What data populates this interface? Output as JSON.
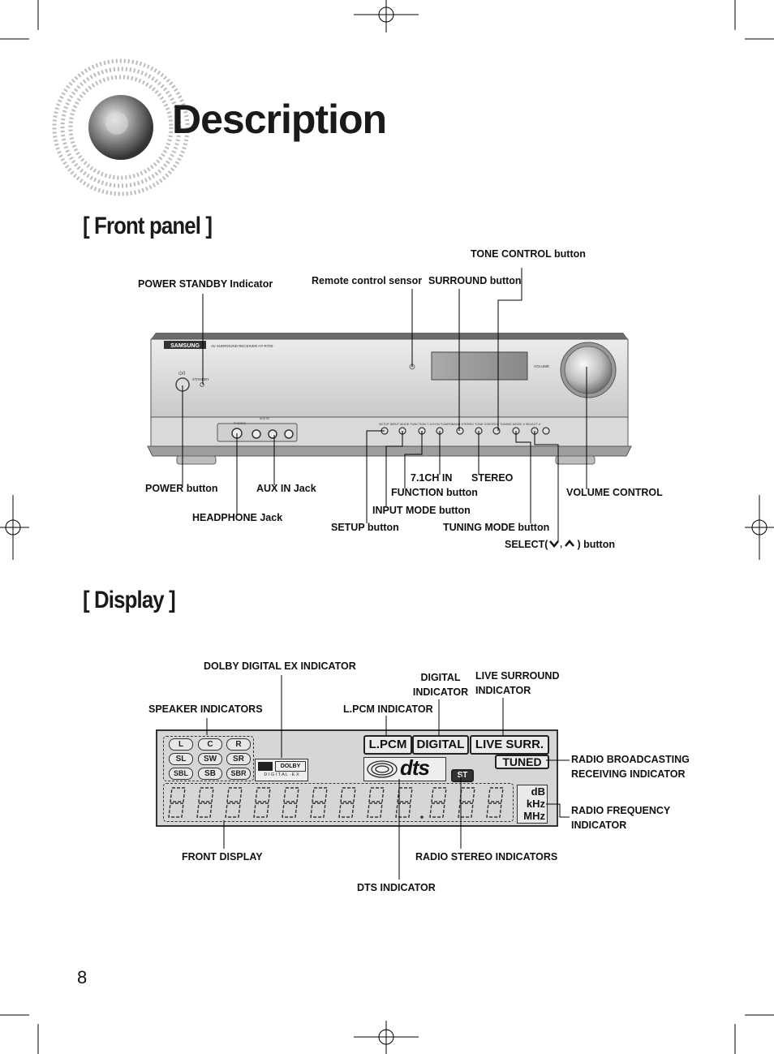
{
  "page": {
    "title": "Description",
    "page_number": "8"
  },
  "front_panel": {
    "heading": "[ Front panel ]",
    "brand": "SAMSUNG",
    "model_text": "AV SURROUND RECEIVER HT-R700",
    "panel_marks": {
      "power_symbol": "⏻/I",
      "standby": "STANDBY",
      "volume": "VOLUME",
      "phones": "PHONES",
      "aux": "AUX IN",
      "button_row": "SETUP   INPUT MODE   FUNCTION   7.1CH IN   TUNER/BAND   STEREO   TONE CONTROL   TUNING MODE   ∨ SELECT ∧"
    },
    "labels": {
      "tone_control": "TONE CONTROL button",
      "power_standby": "POWER STANDBY Indicator",
      "remote_sensor": "Remote control sensor",
      "surround": "SURROUND button",
      "power_button": "POWER button",
      "aux_in": "AUX IN  Jack",
      "headphone": "HEADPHONE Jack",
      "ch71_in": "7.1CH IN",
      "stereo": "STEREO",
      "function": "FUNCTION button",
      "input_mode": "INPUT MODE button",
      "setup": "SETUP button",
      "tuning_mode": "TUNING MODE button",
      "volume_control": "VOLUME CONTROL",
      "select_prefix": "SELECT(",
      "select_suffix": ") button"
    }
  },
  "display": {
    "heading": "[ Display ]",
    "labels": {
      "dolby_ex": "DOLBY DIGITAL EX INDICATOR",
      "digital": "DIGITAL INDICATOR",
      "live_surround": "LIVE SURROUND INDICATOR",
      "speaker": "SPEAKER INDICATORS",
      "lpcm": "L.PCM INDICATOR",
      "radio_broadcasting": "RADIO BROADCASTING RECEIVING INDICATOR",
      "radio_frequency": "RADIO FREQUENCY INDICATOR",
      "front_display": "FRONT DISPLAY",
      "radio_stereo": "RADIO STEREO INDICATORS",
      "dts": "DTS INDICATOR"
    },
    "lcd": {
      "speakers": [
        "L",
        "C",
        "R",
        "SL",
        "SW",
        "SR",
        "SBL",
        "SB",
        "SBR"
      ],
      "dolby_logo": "DOLBY",
      "dolby_sub": "D I G I T A L · E X",
      "lpcm": "L.PCM",
      "digital": "DIGITAL",
      "live_surr": "LIVE SURR.",
      "tuned": "TUNED",
      "dts": "dts",
      "st": "ST",
      "units": [
        "dB",
        "kHz",
        "MHz"
      ]
    }
  }
}
